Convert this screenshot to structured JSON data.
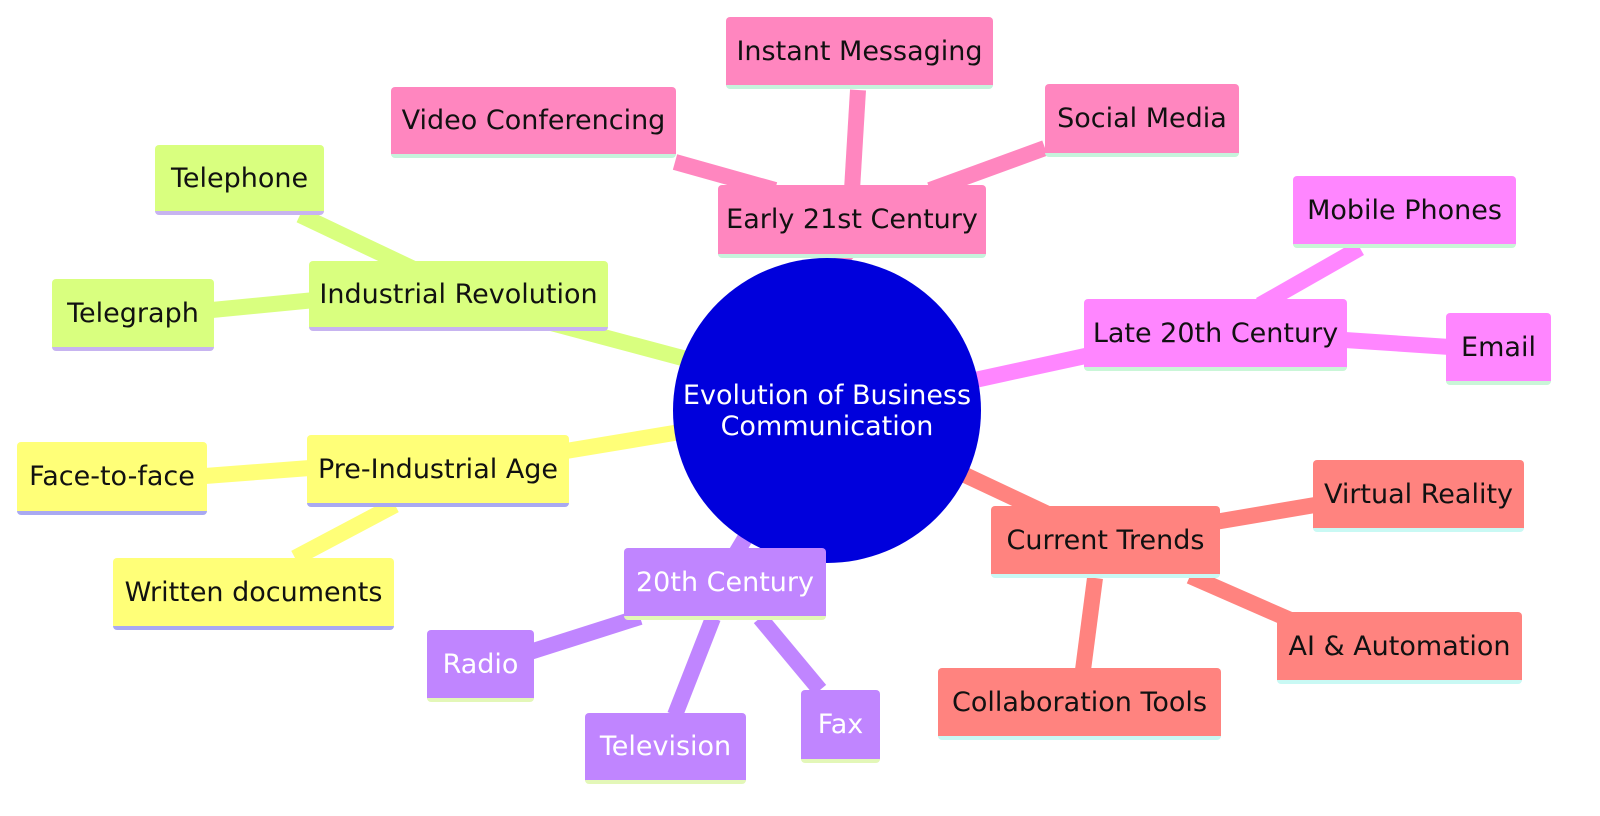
{
  "root": {
    "line1": "Evolution of Business",
    "line2": "Communication",
    "color": "#0000dc"
  },
  "branches": {
    "industrial": {
      "label": "Industrial Revolution",
      "color": "#d9ff7f",
      "children": [
        "Telephone",
        "Telegraph"
      ]
    },
    "pre_industrial": {
      "label": "Pre-Industrial Age",
      "color": "#ffff78",
      "children": [
        "Face-to-face",
        "Written documents"
      ]
    },
    "early21": {
      "label": "Early 21st Century",
      "color": "#ff86bf",
      "children": [
        "Video Conferencing",
        "Instant Messaging",
        "Social Media"
      ]
    },
    "late20": {
      "label": "Late 20th Century",
      "color": "#ff86ff",
      "children": [
        "Mobile Phones",
        "Email"
      ]
    },
    "current": {
      "label": "Current Trends",
      "color": "#ff837f",
      "children": [
        "Virtual Reality",
        "AI & Automation",
        "Collaboration Tools"
      ]
    },
    "c20": {
      "label": "20th Century",
      "color": "#c085ff",
      "children": [
        "Radio",
        "Television",
        "Fax"
      ]
    }
  }
}
